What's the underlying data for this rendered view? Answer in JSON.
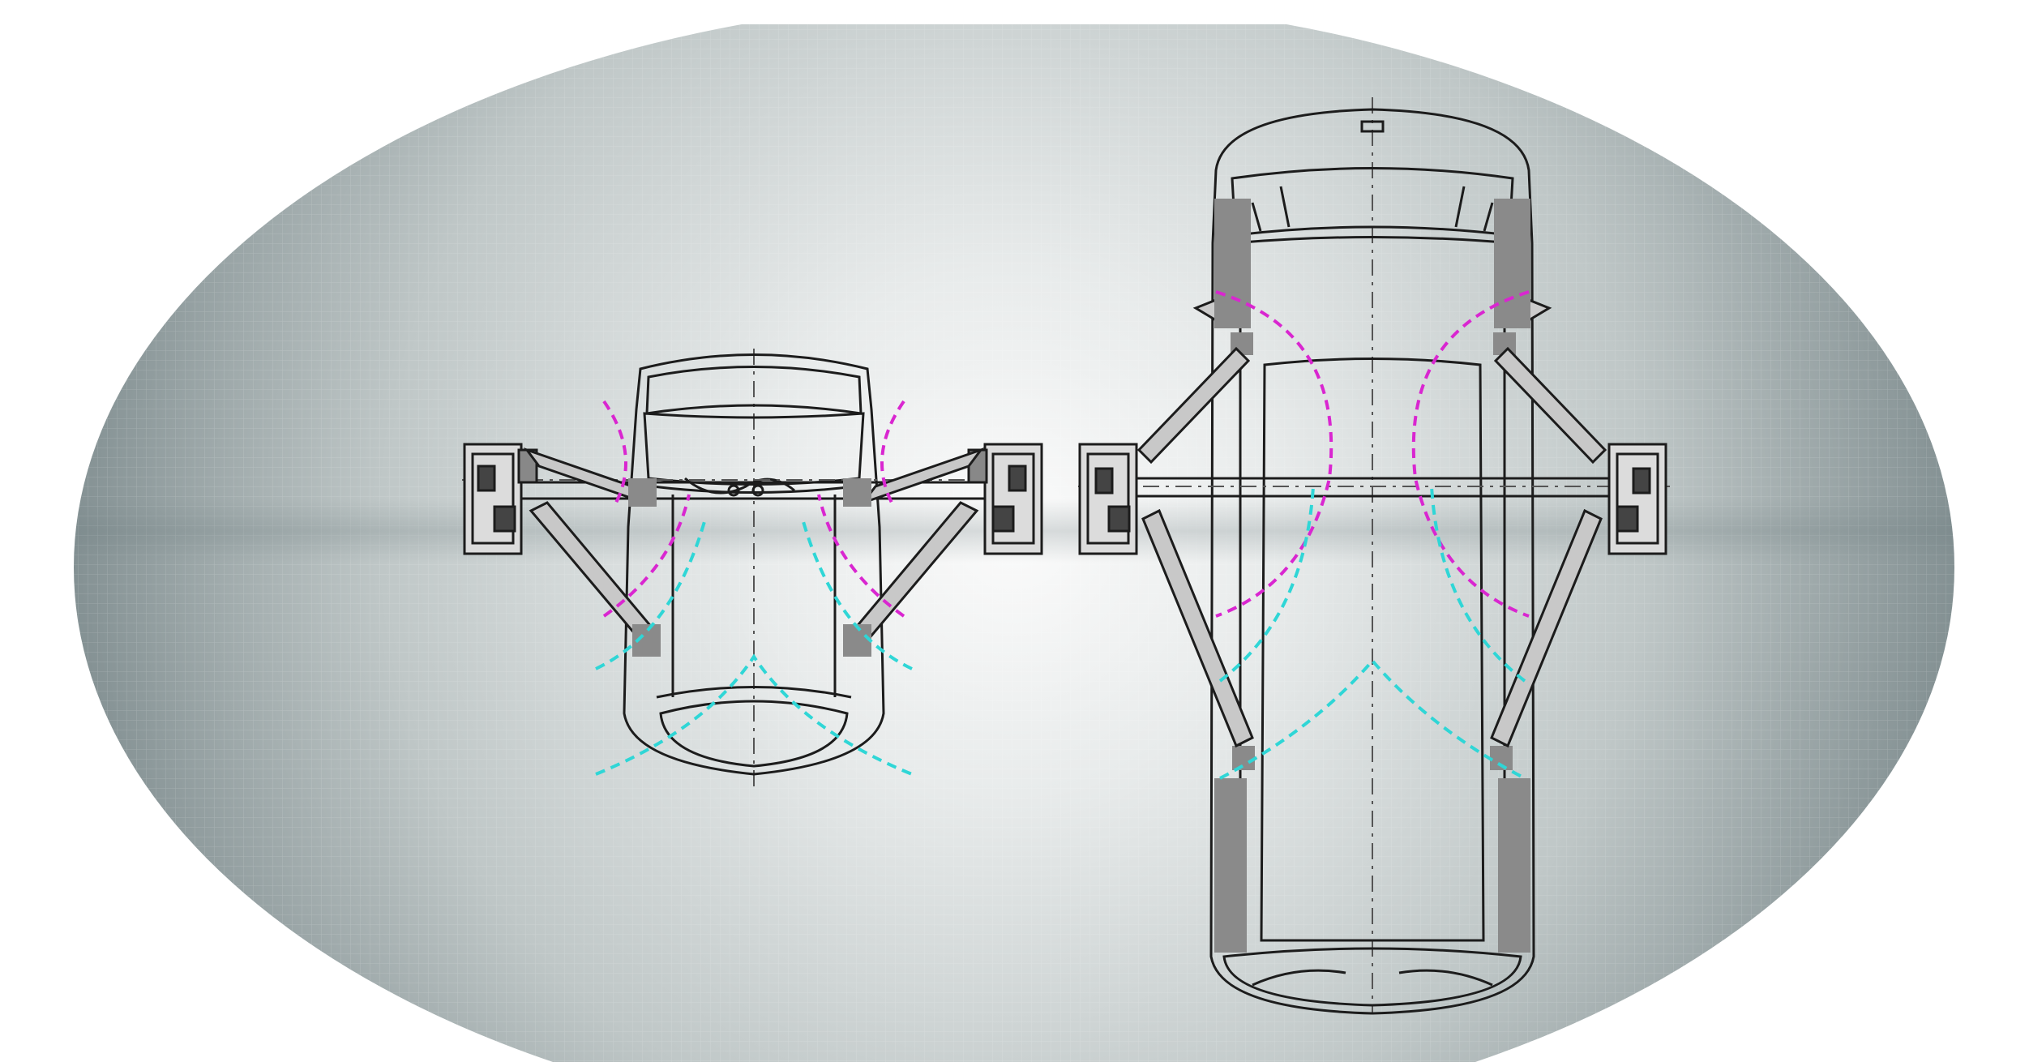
{
  "diagram": {
    "colors": {
      "background_outer": "#6e7d80",
      "background_mid": "#b9c2c2",
      "background_inner": "#f6f7f7",
      "outline": "#1c1c1c",
      "frame_fill": "#8a8a8a",
      "reach_near": "#d926d0",
      "reach_far": "#2fd6d6",
      "centerline": "#555555"
    },
    "vehicles": [
      {
        "id": "small-car",
        "view": "top",
        "lifts": [
          "lift-arms-left",
          "lift-arms-right"
        ]
      },
      {
        "id": "van",
        "view": "top",
        "lifts": [
          "lift-arms-left",
          "lift-arms-right"
        ]
      }
    ]
  }
}
